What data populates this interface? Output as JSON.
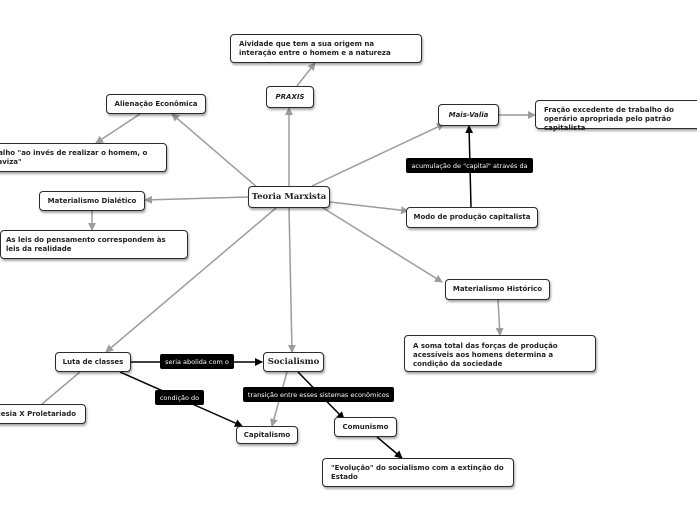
{
  "nodes": {
    "teoria_marxista": "Teoria Marxista",
    "praxis": "PRAXIS",
    "praxis_def": "Aividade que tem a sua origem na interação entre o homem e a natureza",
    "alienacao": "Alienação Econômica",
    "alienacao_def": "Trabalho \"ao invés de realizar o homem, o escraviza\"",
    "materialismo_dialetico": "Materialismo Dialético",
    "materialismo_dialetico_def": "As leis do pensamento correspondem às leis da realidade",
    "mais_valia": "Mais-Valia",
    "mais_valia_def": "Fração excedente de trabalho do operário apropriada pelo patrão capitalista",
    "modo_producao": "Modo de produção capitalista",
    "materialismo_historico": "Materialismo Histórico",
    "materialismo_historico_def": "A soma total das forças de produção acessíveis aos homens determina a condição da sociedade",
    "luta_classes": "Luta de classes",
    "burguesia": "Burguesia X Proletariado",
    "socialismo": "Socialismo",
    "capitalismo": "Capitalismo",
    "comunismo": "Comunismo",
    "evolucao": "\"Evolução\" do socialismo com a extinção do Estado"
  },
  "labels": {
    "acumulacao": "acumulação de \"capital\" através da",
    "seria_abolida": "seria abolida com o",
    "condicao_do": "condição do",
    "transicao": "transição entre esses sistemas econômicos"
  },
  "colors": {
    "connector": "#9a9c9e",
    "strong_connector": "#000000",
    "node_border": "#2b2b2b",
    "label_bg": "#000000"
  }
}
